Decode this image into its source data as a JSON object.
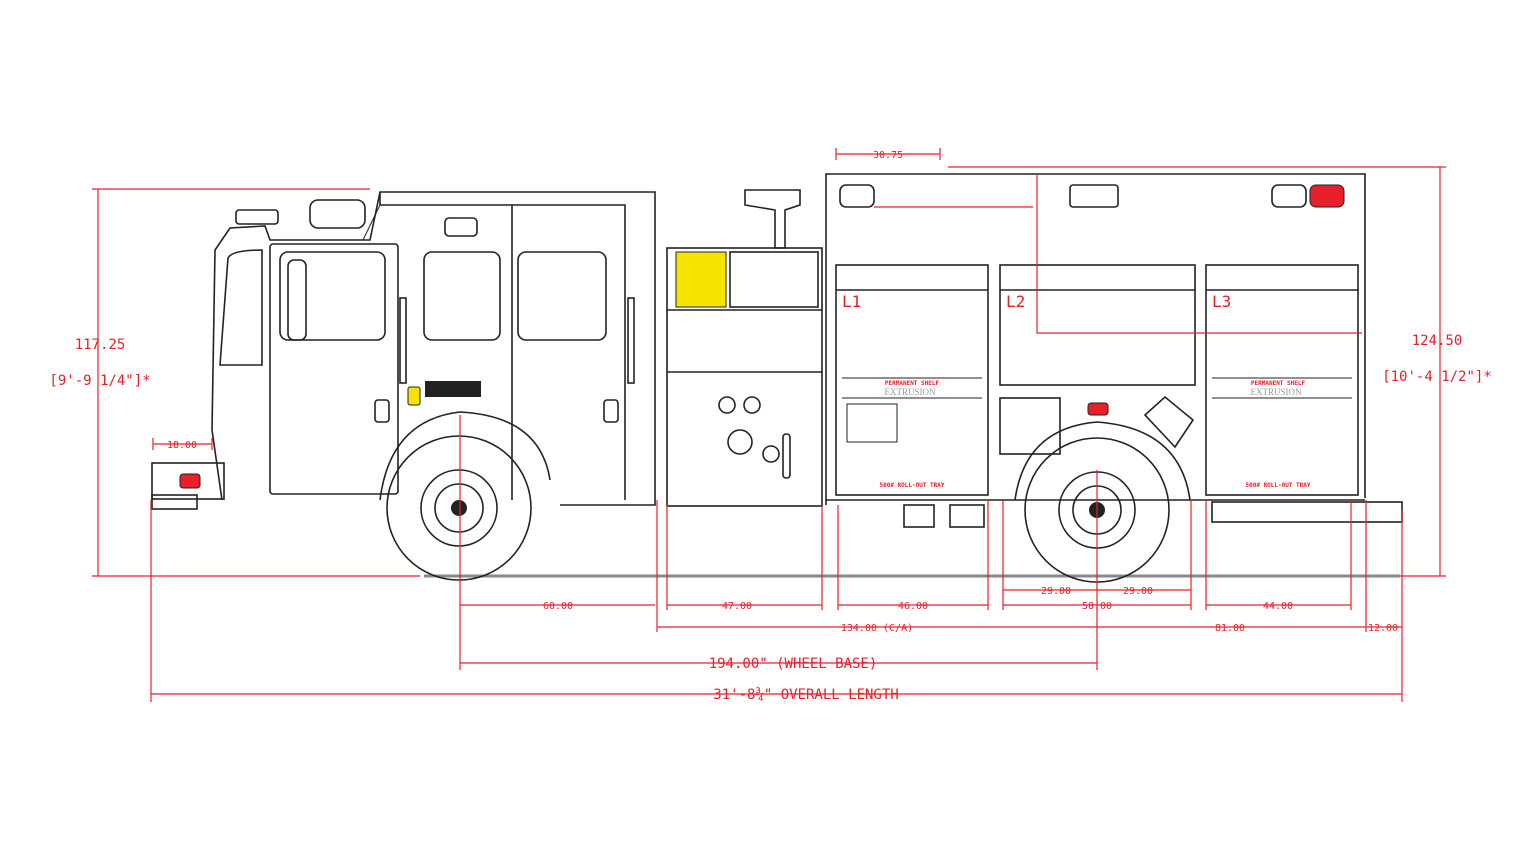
{
  "dimensions": {
    "cab_height": "117.25",
    "cab_height_ft": "[9'-9 1/4\"]*",
    "body_height": "124.50",
    "body_height_ft": "[10'-4 1/2\"]*",
    "top_offset": "30.75",
    "front_bumper": "18.00",
    "front_axle_to_cab": "60.00",
    "pump_panel": "47.00",
    "compartment_l1": "46.00",
    "axle_half_front": "29.00",
    "axle_half_rear": "29.00",
    "wheel_well": "58.00",
    "compartment_l3": "44.00",
    "cab_to_axle": "134.00 (C/A)",
    "rear_overhang": "81.00",
    "rear_step": "12.00",
    "wheel_base": "194.00\" (WHEEL BASE)",
    "overall_length": "31'-8¾\" OVERALL LENGTH"
  },
  "compartments": [
    {
      "label": "L1",
      "shelf": "PERMANENT SHELF",
      "extrusion": "EXTRUSION",
      "tray": "500# ROLL-OUT TRAY"
    },
    {
      "label": "L2"
    },
    {
      "label": "L3",
      "shelf": "PERMANENT SHELF",
      "extrusion": "EXTRUSION",
      "tray": "500# ROLL-OUT TRAY"
    }
  ],
  "colors": {
    "dimension": "#e8202a",
    "line": "#222222",
    "light": "#f5e400"
  }
}
